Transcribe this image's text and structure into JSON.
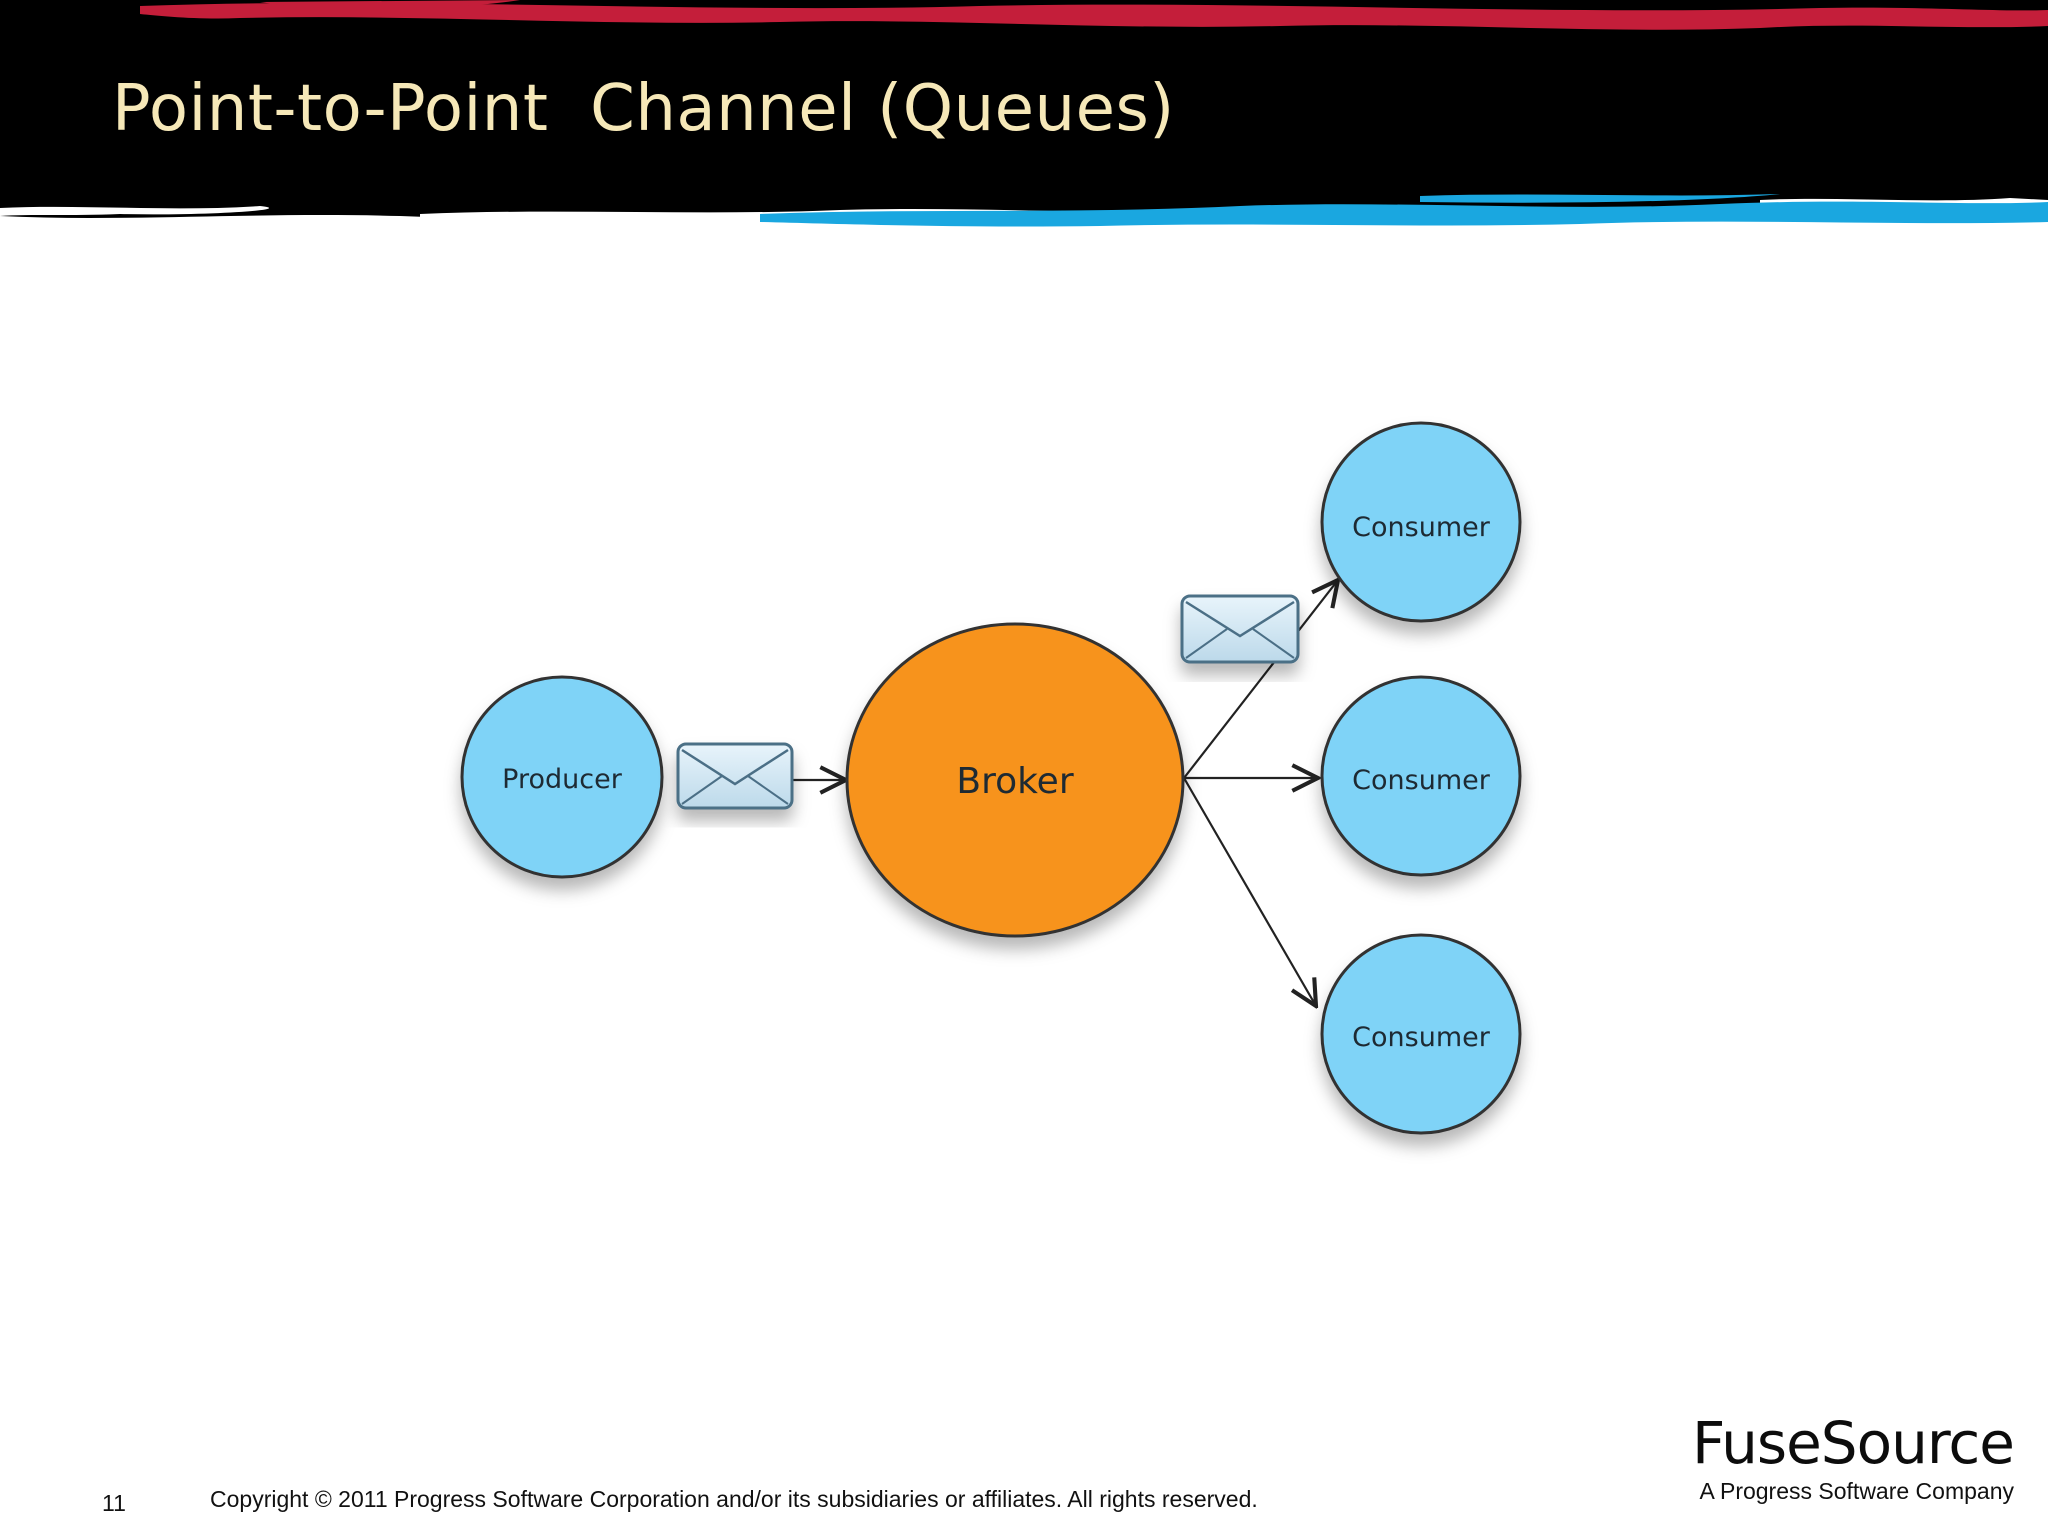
{
  "slide": {
    "title": "Point-to-Point  Channel (Queues)",
    "page_number": "11",
    "copyright": "Copyright © 2011 Progress Software Corporation and/or its subsidiaries or affiliates. All rights reserved."
  },
  "logo": {
    "wordmark": "FuseSource",
    "tagline": "A Progress Software Company"
  },
  "diagram": {
    "producer": {
      "label": "Producer",
      "color": "#7fd3f7"
    },
    "broker": {
      "label": "Broker",
      "color": "#f7931e"
    },
    "consumers": [
      {
        "label": "Consumer"
      },
      {
        "label": "Consumer"
      },
      {
        "label": "Consumer"
      }
    ],
    "consumer_color": "#7fd3f7",
    "message_icons": [
      "envelope-icon",
      "envelope-icon"
    ]
  },
  "colors": {
    "header_black": "#000000",
    "header_red": "#c41e3a",
    "header_blue": "#1aa7e0",
    "title_text": "#f6e8b8"
  }
}
